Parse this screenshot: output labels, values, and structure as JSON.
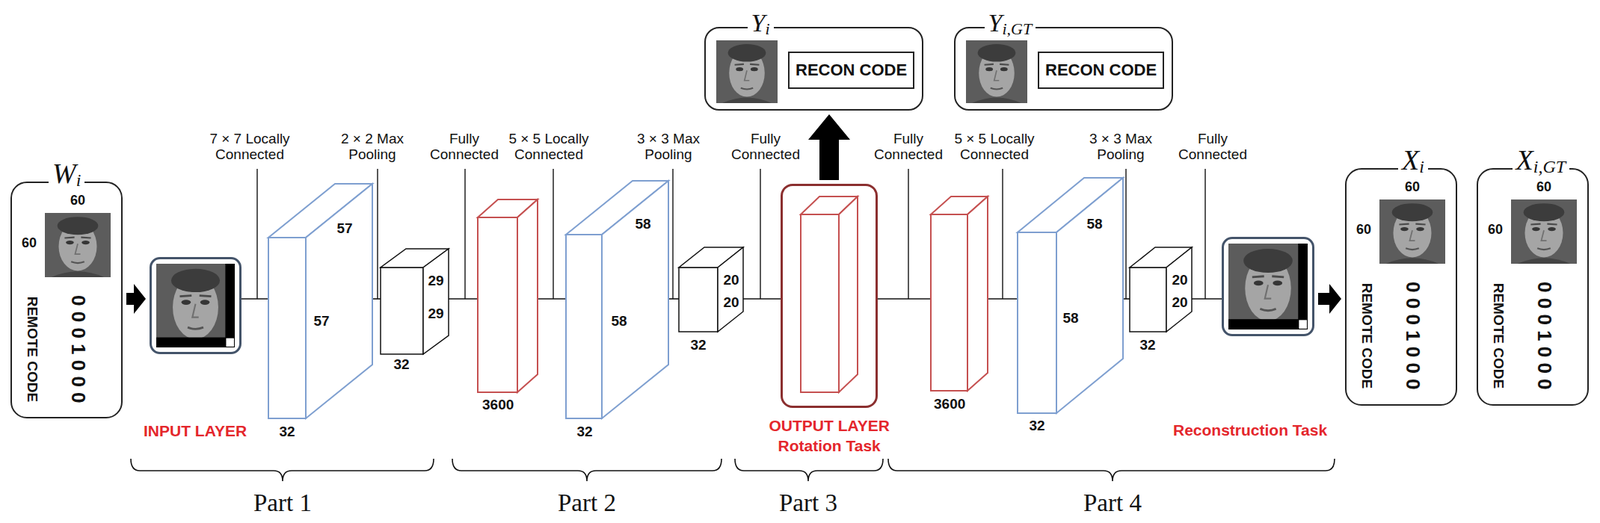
{
  "diagram": {
    "nodes": [
      {
        "text": [
          "Y",
          "i"
        ]
      },
      {
        "text": [
          "RECON CODE"
        ],
        "in": 0
      },
      {
        "text": [
          "Y",
          "i,GT"
        ]
      },
      {
        "text": [
          "RECON CODE"
        ],
        "in": 2
      },
      {
        "text": [
          "W",
          "i",
          "60",
          "60",
          "REMOTE CODE",
          "0 0 0 1 0 0 0"
        ]
      },
      {
        "text": [
          "INPUT LAYER"
        ]
      },
      {
        "text": [
          "57",
          "57",
          "32"
        ]
      },
      {
        "text": [
          "29",
          "29",
          "32"
        ]
      },
      {
        "text": [
          "3600"
        ]
      },
      {
        "text": [
          "58",
          "58",
          "32"
        ]
      },
      {
        "text": [
          "20",
          "20",
          "32"
        ]
      },
      {
        "text": [
          "OUTPUT LAYER",
          "Rotation Task"
        ]
      },
      {
        "text": [
          "3600"
        ]
      },
      {
        "text": [
          "58",
          "58",
          "32"
        ]
      },
      {
        "text": [
          "20",
          "20",
          "32"
        ]
      },
      {
        "text": [
          "Reconstruction Task"
        ]
      },
      {
        "text": [
          "X",
          "i",
          "60",
          "60",
          "REMOTE CODE",
          "0 0 0 1 0 0 0"
        ]
      },
      {
        "text": [
          "X",
          "i,GT",
          "60",
          "60",
          "REMOTE CODE",
          "0 0 0 1 0 0 0"
        ]
      }
    ],
    "edges": [
      {
        "from": 4,
        "to": 5,
        "arrow": "to"
      },
      {
        "from": 5,
        "to": 6,
        "arrow": "none"
      },
      {
        "from": 6,
        "to": 7,
        "arrow": "none"
      },
      {
        "from": 7,
        "to": 8,
        "arrow": "none"
      },
      {
        "from": 8,
        "to": 9,
        "arrow": "none"
      },
      {
        "from": 9,
        "to": 10,
        "arrow": "none"
      },
      {
        "from": 10,
        "to": 11,
        "arrow": "none"
      },
      {
        "from": 11,
        "to": 0,
        "arrow": "to"
      },
      {
        "from": 11,
        "to": 12,
        "arrow": "none"
      },
      {
        "from": 12,
        "to": 13,
        "arrow": "none"
      },
      {
        "from": 13,
        "to": 14,
        "arrow": "none"
      },
      {
        "from": 14,
        "to": 15,
        "arrow": "none"
      },
      {
        "from": 15,
        "to": 16,
        "arrow": "to"
      }
    ],
    "labels": [
      "7 × 7 Locally Connected",
      "2 × 2 Max Pooling",
      "Fully Connected",
      "5 × 5 Locally Connected",
      "3 × 3 Max Pooling",
      "Fully Connected",
      "Fully Connected",
      "5 × 5 Locally Connected",
      "3 × 3 Max Pooling",
      "Fully Connected",
      "Part 1",
      "Part 2",
      "Part 3",
      "Part 4"
    ]
  }
}
